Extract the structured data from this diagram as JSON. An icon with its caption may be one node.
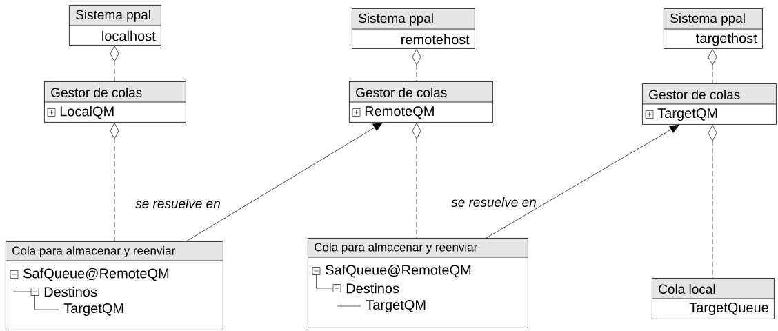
{
  "diagram": {
    "nodes": [
      {
        "text": [
          "Sistema ppal",
          "localhost"
        ]
      },
      {
        "text": [
          "Sistema ppal",
          "remotehost"
        ]
      },
      {
        "text": [
          "Sistema ppal",
          "targethost"
        ]
      },
      {
        "text": [
          "Gestor de colas",
          "LocalQM"
        ]
      },
      {
        "text": [
          "Gestor de colas",
          "RemoteQM"
        ]
      },
      {
        "text": [
          "Gestor de colas",
          "TargetQM"
        ]
      },
      {
        "text": [
          "Cola para almacenar y reenviar",
          "SafQueue@RemoteQM",
          "Destinos",
          "TargetQM"
        ]
      },
      {
        "text": [
          "Cola para almacenar y reenviar",
          "SafQueue@RemoteQM",
          "Destinos",
          "TargetQM"
        ]
      },
      {
        "text": [
          "Cola local",
          "TargetQueue"
        ]
      }
    ],
    "edges": [
      {
        "from": 0,
        "to": 3,
        "arrow": "other",
        "style": "dashed"
      },
      {
        "from": 1,
        "to": 4,
        "arrow": "other",
        "style": "dashed"
      },
      {
        "from": 2,
        "to": 5,
        "arrow": "other",
        "style": "dashed"
      },
      {
        "from": 3,
        "to": 6,
        "arrow": "other",
        "style": "dashed"
      },
      {
        "from": 4,
        "to": 7,
        "arrow": "other",
        "style": "dashed"
      },
      {
        "from": 5,
        "to": 8,
        "arrow": "other",
        "style": "dashed"
      },
      {
        "from": 6,
        "to": 4,
        "arrow": "to",
        "label": "se resuelve en"
      },
      {
        "from": 7,
        "to": 5,
        "arrow": "to",
        "label": "se resuelve en"
      }
    ]
  }
}
